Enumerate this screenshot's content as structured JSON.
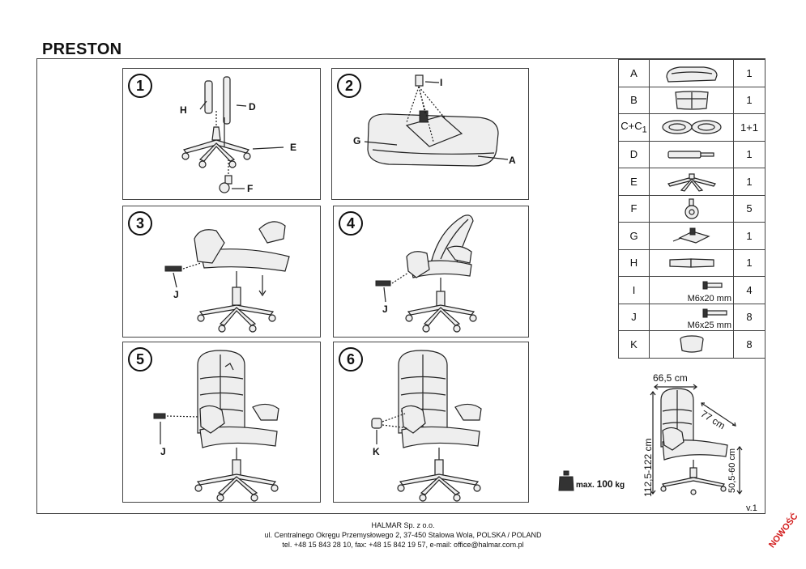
{
  "title": "PRESTON",
  "steps": [
    {
      "number": "1",
      "labels": [
        "H",
        "D",
        "E",
        "F"
      ]
    },
    {
      "number": "2",
      "labels": [
        "I",
        "G",
        "A"
      ]
    },
    {
      "number": "3",
      "labels": [
        "J"
      ]
    },
    {
      "number": "4",
      "labels": [
        "J"
      ]
    },
    {
      "number": "5",
      "labels": [
        "J"
      ]
    },
    {
      "number": "6",
      "labels": [
        "K"
      ]
    }
  ],
  "parts": [
    {
      "letter": "A",
      "qty": "1",
      "spec": "",
      "icon": "seat-cushion-icon"
    },
    {
      "letter": "B",
      "qty": "1",
      "spec": "",
      "icon": "backrest-icon"
    },
    {
      "letter": "C+C",
      "sub": "1",
      "qty": "1+1",
      "spec": "",
      "icon": "armrests-icon"
    },
    {
      "letter": "D",
      "qty": "1",
      "spec": "",
      "icon": "gas-lift-icon"
    },
    {
      "letter": "E",
      "qty": "1",
      "spec": "",
      "icon": "star-base-icon"
    },
    {
      "letter": "F",
      "qty": "5",
      "spec": "",
      "icon": "caster-icon"
    },
    {
      "letter": "G",
      "qty": "1",
      "spec": "",
      "icon": "mechanism-icon"
    },
    {
      "letter": "H",
      "qty": "1",
      "spec": "",
      "icon": "cover-tube-icon"
    },
    {
      "letter": "I",
      "qty": "4",
      "spec": "M6x20 mm",
      "icon": "bolt-icon"
    },
    {
      "letter": "J",
      "qty": "8",
      "spec": "M6x25 mm",
      "icon": "bolt-icon"
    },
    {
      "letter": "K",
      "qty": "8",
      "spec": "",
      "icon": "cap-icon"
    }
  ],
  "dimensions": {
    "width": "66,5 cm",
    "depth": "77 cm",
    "height": "112,5-122 cm",
    "seat_height": "50,5-60 cm"
  },
  "max_load": {
    "prefix": "max.",
    "value": "100",
    "unit": "kg"
  },
  "version": "v.1",
  "footer": {
    "company": "HALMAR Sp. z o.o.",
    "address": "ul. Centralnego Okręgu Przemysłowego 2, 37-450 Stalowa Wola, POLSKA / POLAND",
    "contact": "tel. +48 15 843 28 10, fax: +48 15 842 19 57, e-mail: office@halmar.com.pl"
  },
  "stamp": "NOWOŚĆ"
}
